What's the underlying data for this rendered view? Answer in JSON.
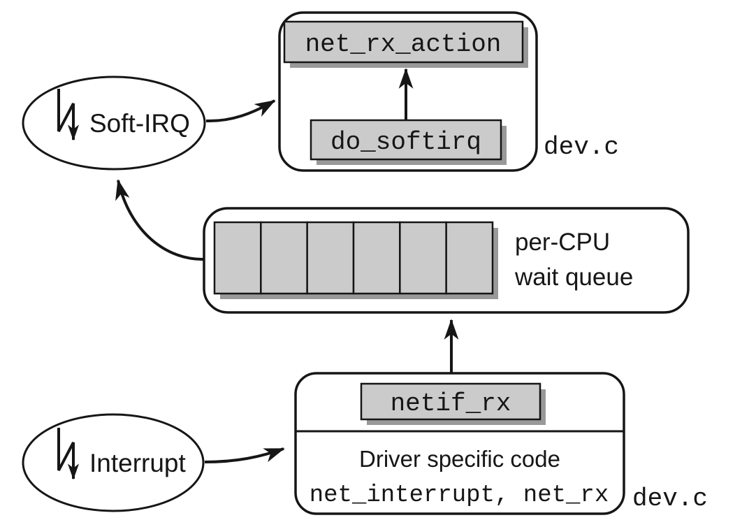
{
  "colors": {
    "box_fill": "#cbcbcb",
    "shadow": "#999999",
    "line": "#161616",
    "background": "#ffffff"
  },
  "ellipses": {
    "soft_irq": {
      "label": "Soft-IRQ"
    },
    "interrupt": {
      "label": "Interrupt"
    }
  },
  "softirq_container": {
    "net_rx_action_label": "net_rx_action",
    "do_softirq_label": "do_softirq",
    "file_label": "dev.c"
  },
  "wait_queue": {
    "cells": 6,
    "label_line1": "per-CPU",
    "label_line2": "wait queue"
  },
  "driver_container": {
    "netif_rx_label": "netif_rx",
    "line1": "Driver specific code",
    "line2": "net_interrupt, net_rx",
    "file_label": "dev.c"
  }
}
